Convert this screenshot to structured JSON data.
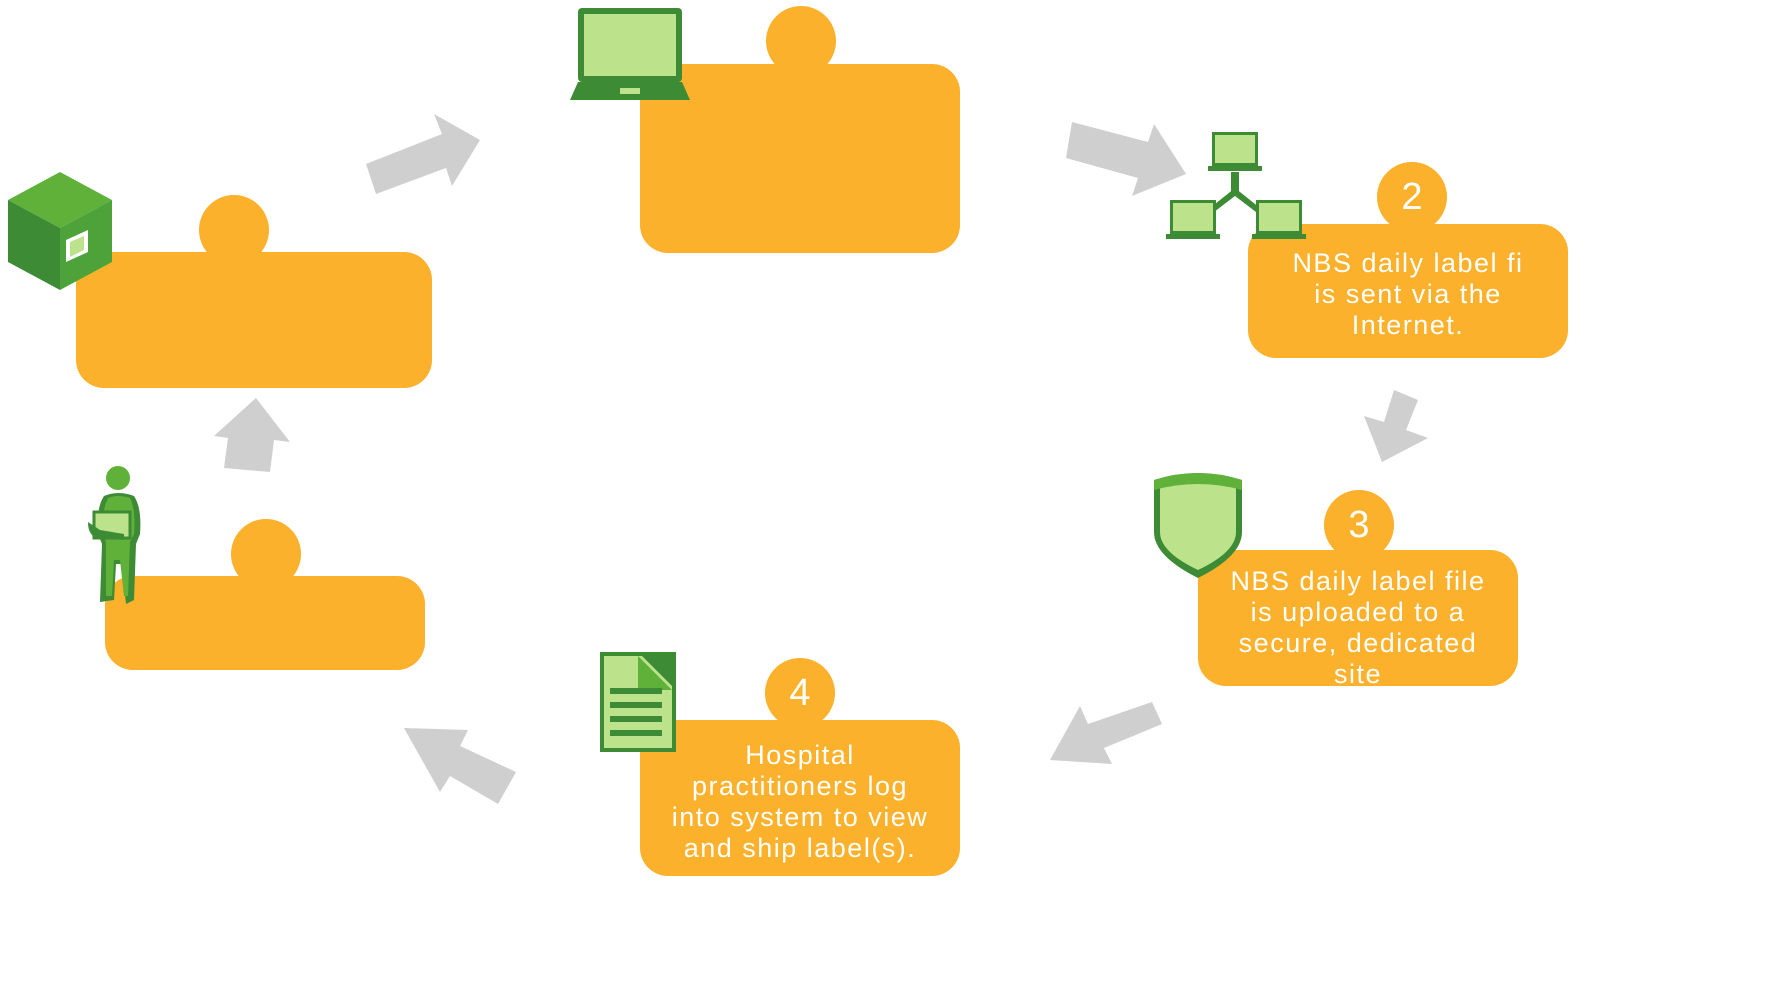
{
  "colors": {
    "box": "#FBB12B",
    "arrow": "#CFCFCF",
    "green_dark": "#3E8B35",
    "green_mid": "#5FB13A",
    "green_light": "#BCE38B",
    "text": "#FFFFFF"
  },
  "icons": {
    "top": "laptop-icon",
    "network": "network-icon",
    "shield": "shield-icon",
    "document": "document-icon",
    "person": "person-carrying-box-icon",
    "package": "package-box-icon"
  },
  "steps": [
    {
      "id": "top",
      "number": "",
      "text": ""
    },
    {
      "id": "step2",
      "number": "2",
      "text": "NBS daily label fi\nis sent via the\nInternet."
    },
    {
      "id": "step3",
      "number": "3",
      "text": "NBS daily label file\nis uploaded to a\nsecure, dedicated\nsite"
    },
    {
      "id": "step4",
      "number": "4",
      "text": "Hospital\npractitioners log\ninto system to view\nand ship label(s)."
    },
    {
      "id": "bottom-left",
      "number": "",
      "text": ""
    },
    {
      "id": "left",
      "number": "",
      "text": ""
    }
  ]
}
